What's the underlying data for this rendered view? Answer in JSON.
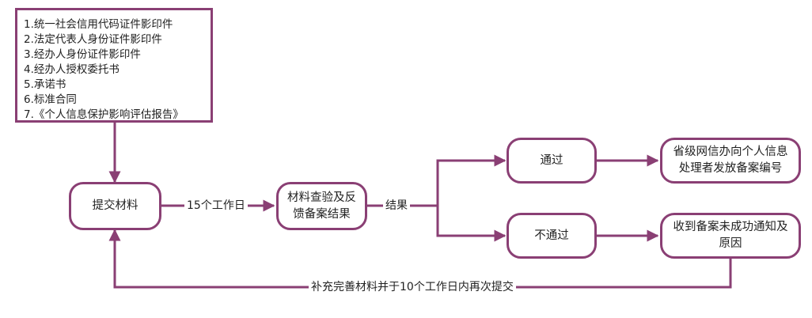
{
  "materials": {
    "items": [
      "1.统一社会信用代码证件影印件",
      "2.法定代表人身份证件影印件",
      "3.经办人身份证件影印件",
      "4.经办人授权委托书",
      "5.承诺书",
      "6.标准合同",
      "7.《个人信息保护影响评估报告》"
    ]
  },
  "nodes": {
    "submit": "提交材料",
    "review_line1": "材料查验及反",
    "review_line2": "馈备案结果",
    "pass": "通过",
    "fail": "不通过",
    "pass_result_line1": "省级网信办向个人信息",
    "pass_result_line2": "处理者发放备案编号",
    "fail_result_line1": "收到备案未成功通知及",
    "fail_result_line2": "原因"
  },
  "edges": {
    "duration": "15个工作日",
    "result": "结果",
    "resubmit": "补充完善材料并于10个工作日内再次提交"
  },
  "colors": {
    "stroke": "#8a3f74"
  }
}
